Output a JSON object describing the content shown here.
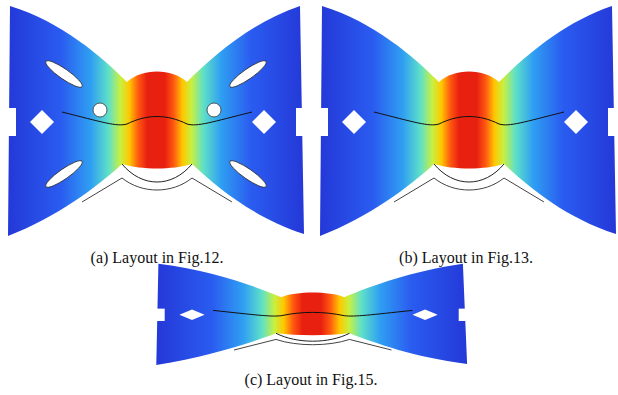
{
  "diagram": {
    "labels": [
      "(a) Layout in Fig.12.",
      "(b) Layout in Fig.13.",
      "(c) Layout in Fig.15."
    ]
  }
}
